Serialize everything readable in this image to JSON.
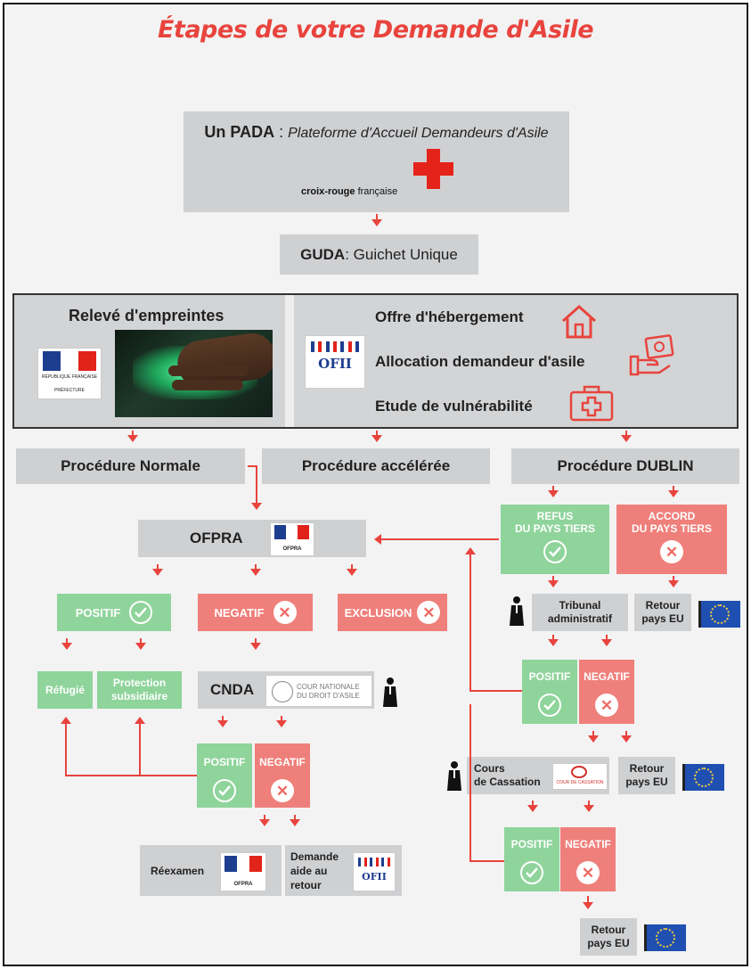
{
  "title": "Étapes de votre Demande d'Asile",
  "pada": {
    "acronym": "Un PADA",
    "separator": " : ",
    "full": "Plateforme d'Accueil Demandeurs d'Asile",
    "croix_bold": "croix-rouge",
    "croix_rest": " française"
  },
  "guda": {
    "acronym": "GUDA",
    "rest": " : Guichet Unique"
  },
  "empreintes": {
    "label": "Relevé d'empreintes",
    "logo_line1": "RÉPUBLIQUE FRANÇAISE",
    "logo_line2": "PRÉFECTURE"
  },
  "ofii": {
    "logo": "OFII",
    "items": [
      {
        "label": "Offre d'hébergement",
        "icon": "house-icon"
      },
      {
        "label": "Allocation demandeur d'asile",
        "icon": "money-hand-icon"
      },
      {
        "label": "Etude de vulnérabilité",
        "icon": "medical-kit-icon"
      }
    ]
  },
  "procedures": {
    "normale": "Procédure Normale",
    "acceleree": "Procédure accélérée",
    "dublin": "Procédure DUBLIN"
  },
  "ofpra": {
    "label": "OFPRA",
    "logo_text": "OFPRA"
  },
  "ofpra_results": {
    "positif": "POSITIF",
    "negatif": "NEGATIF",
    "exclusion": "EXCLUSION"
  },
  "refugie": "Réfugié",
  "protection": "Protection subsidiaire",
  "cnda": {
    "label": "CNDA",
    "logo_line1": "COUR NATIONALE",
    "logo_line2": "DU DROIT D'ASILE"
  },
  "cnda_results": {
    "positif": "POSITIF",
    "negatif": "NEGATIF"
  },
  "reexamen": "Réexamen",
  "demande_aide": {
    "line1": "Demande",
    "line2": "aide au",
    "line3": "retour"
  },
  "dublin_results": {
    "refus_line1": "REFUS",
    "refus_line2": "DU PAYS TIERS",
    "accord_line1": "ACCORD",
    "accord_line2": "DU PAYS TIERS"
  },
  "tribunal": {
    "line1": "Tribunal",
    "line2": "administratif"
  },
  "retour_eu": {
    "line1": "Retour",
    "line2": "pays EU"
  },
  "tribunal_results": {
    "positif": "POSITIF",
    "negatif": "NEGATIF"
  },
  "cassation": {
    "line1": "Cours",
    "line2": "de Cassation",
    "logo_text": "COUR DE CASSATION"
  },
  "cassation_results": {
    "positif": "POSITIF",
    "negatif": "NEGATIF"
  },
  "colors": {
    "red": "#e8443d",
    "green": "#8fd49b",
    "pink": "#ef7f7a",
    "gray": "#cfd0d2"
  }
}
